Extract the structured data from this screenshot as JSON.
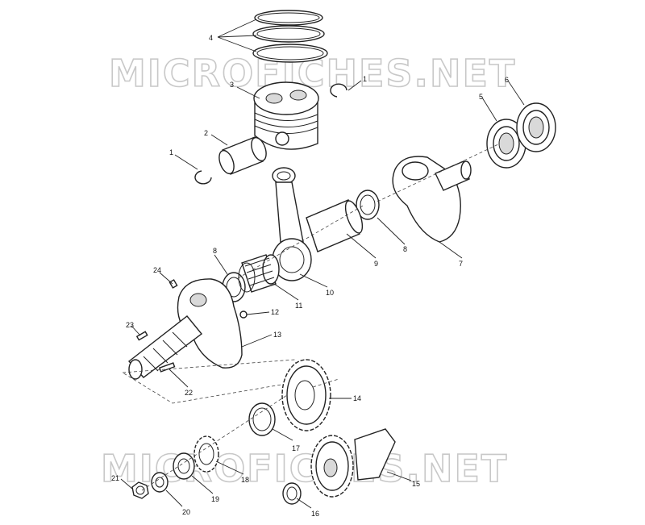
{
  "watermark": "MICROFICHES.NET",
  "callouts": {
    "c1a": "1",
    "c1b": "1",
    "c2": "2",
    "c3": "3",
    "c4": "4",
    "c5": "5",
    "c6": "6",
    "c7": "7",
    "c8a": "8",
    "c8b": "8",
    "c9": "9",
    "c10": "10",
    "c11": "11",
    "c12": "12",
    "c13": "13",
    "c14": "14",
    "c15": "15",
    "c16": "16",
    "c17": "17",
    "c18": "18",
    "c19": "19",
    "c20": "20",
    "c21": "21",
    "c22": "22",
    "c23": "23",
    "c24": "24"
  }
}
